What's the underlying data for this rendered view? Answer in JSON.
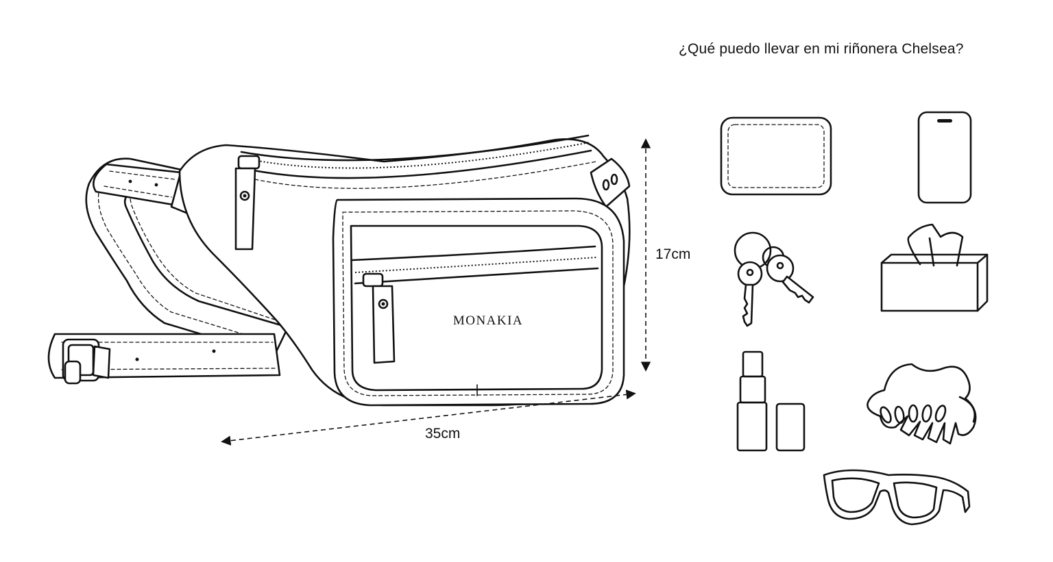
{
  "title": "¿Qué puedo llevar en mi riñonera Chelsea?",
  "bag": {
    "brand": "MONAKIA",
    "height_label": "17cm",
    "width_label": "35cm"
  },
  "items": [
    {
      "name": "wallet",
      "icon": "wallet-icon"
    },
    {
      "name": "phone",
      "icon": "phone-icon"
    },
    {
      "name": "keys",
      "icon": "keys-icon"
    },
    {
      "name": "tissues",
      "icon": "tissue-box-icon"
    },
    {
      "name": "lipstick",
      "icon": "lipstick-icon"
    },
    {
      "name": "hair clip",
      "icon": "hair-clip-icon"
    },
    {
      "name": "sunglasses",
      "icon": "sunglasses-icon"
    }
  ]
}
